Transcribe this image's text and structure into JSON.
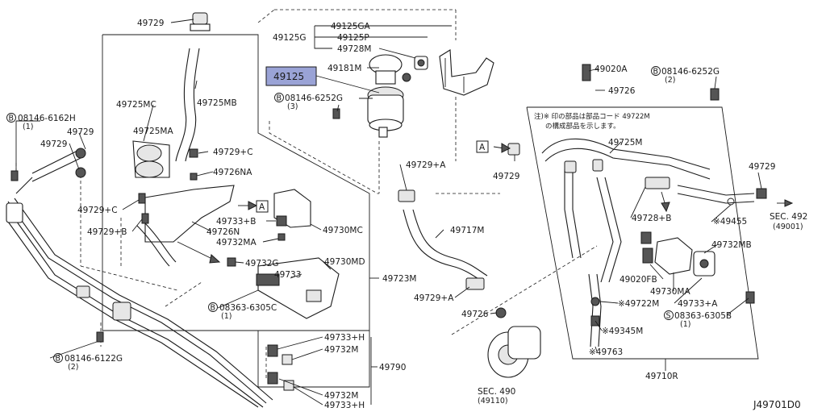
{
  "diagram_code": "J49701D0",
  "highlighted_part": "49125",
  "labels": {
    "p49729_top": "49729",
    "p49125GA": "49125GA",
    "p49125G": "49125G",
    "p49125P": "49125P",
    "p49728M": "49728M",
    "p49181M": "49181M",
    "p49125": "49125",
    "bolt_08146_6252G_a": "08146-6252G",
    "bolt_08146_6252G_a_qty": "(3)",
    "p49020A": "49020A",
    "bolt_08146_6252G_b": "08146-6252G",
    "bolt_08146_6252G_b_qty": "(2)",
    "p49726_top": "49726",
    "p49725MC": "49725MC",
    "p49725MB": "49725MB",
    "p49725MA": "49725MA",
    "bolt_08146_6162H": "08146-6162H",
    "bolt_08146_6162H_qty": "(1)",
    "p49729_l1": "49729",
    "p49729_l2": "49729",
    "p49729C_a": "49729+C",
    "p49726NA": "49726NA",
    "p49729C_b": "49729+C",
    "p49733B": "49733+B",
    "p49729B": "49729+B",
    "p49726N": "49726N",
    "p49732MA": "49732MA",
    "p49730MC": "49730MC",
    "p49732G": "49732G",
    "p49730MD": "49730MD",
    "p49733": "49733",
    "p49723M": "49723M",
    "bolt_08363_6305C": "08363-6305C",
    "bolt_08363_6305C_qty": "(1)",
    "p49729A_top": "49729+A",
    "p49717M": "49717M",
    "p49729A_mid": "49729+A",
    "p49726_mid": "49726",
    "sec490": "SEC. 490",
    "sec490_ref": "(49110)",
    "bolt_08146_6122G": "08146-6122G",
    "bolt_08146_6122G_qty": "(2)",
    "p49733H_a": "49733+H",
    "p49732M_a": "49732M",
    "p49790": "49790",
    "p49732M_b": "49732M",
    "p49733H_b": "49733+H",
    "note_line1": "注)※ 印の部品は部品コード 49722M",
    "note_line2": "の構成部品を示します。",
    "ref_A_box": "A",
    "ref_A_box2": "A",
    "p49729_A": "49729",
    "p49725M": "49725M",
    "p49729_r": "49729",
    "p49728B": "49728+B",
    "p49455": "※49455",
    "sec492": "SEC. 492",
    "sec492_ref": "(49001)",
    "p49732MB": "49732MB",
    "p49020FB": "49020FB",
    "p49730MA": "49730MA",
    "p49722M": "※49722M",
    "p49733A": "49733+A",
    "bolt_08363_6305B": "08363-6305B",
    "bolt_08363_6305B_qty": "(1)",
    "p49345M": "※49345M",
    "p49763": "※49763",
    "p49710R": "49710R"
  }
}
